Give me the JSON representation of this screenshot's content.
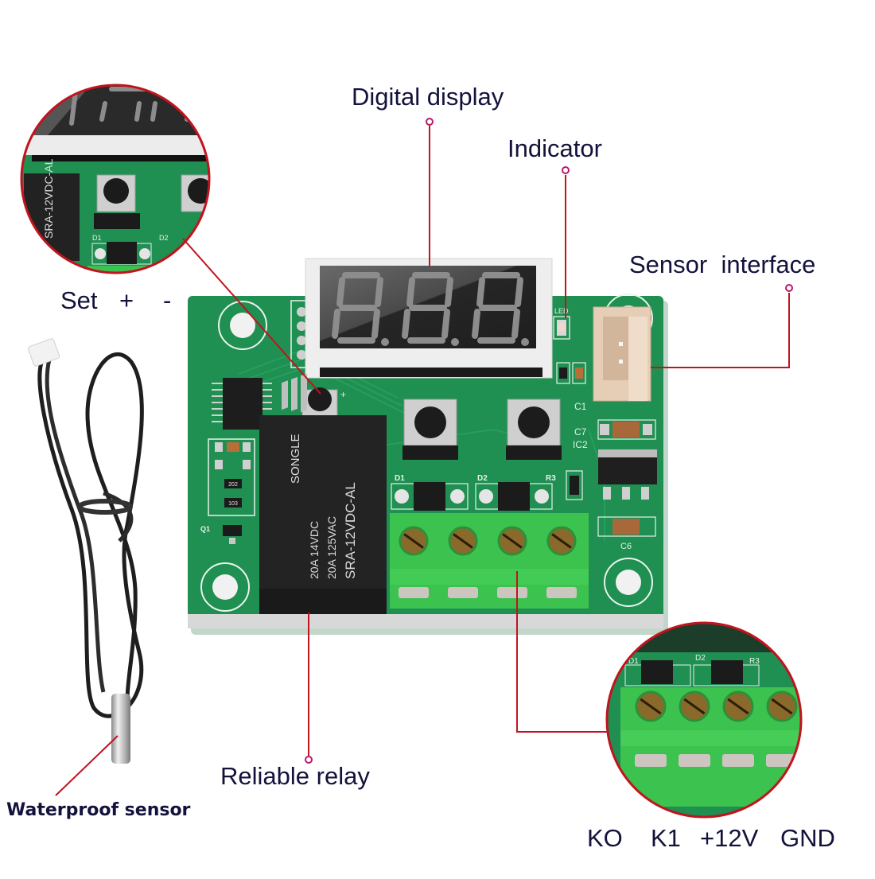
{
  "colors": {
    "leader_line": "#c0141e",
    "leader_dot": "#b8196a",
    "pcb_green": "#1f8f52",
    "pcb_green_dark": "#17733f",
    "terminal_green": "#3cc24e",
    "relay_black": "#232323",
    "display_face": "#2b2b2b",
    "segment": "#8c8c8c",
    "connector_beige": "#e6cdb6",
    "label_text": "#12123c"
  },
  "callouts": {
    "digital_display": "Digital display",
    "indicator": "Indicator",
    "sensor_interface": "Sensor  interface",
    "reliable_relay": "Reliable relay",
    "waterproof_sensor": "Waterproof sensor",
    "buttons": {
      "set": "Set",
      "plus": "+",
      "minus": "-"
    },
    "pins": [
      "KO",
      "K1",
      "+12V",
      "GND"
    ]
  },
  "board": {
    "display_digits": "8.8.8.",
    "led_label": "LED",
    "relay_markings": {
      "brand": "SONGLE",
      "line1": "20A  14VDC",
      "line2": "20A  125VAC",
      "model": "SRA-12VDC-AL"
    },
    "silkscreen": {
      "d1": "D1",
      "d2": "D2",
      "r3": "R3",
      "c1": "C1",
      "c6": "C6",
      "c7": "C7",
      "ic2": "IC2",
      "q1": "Q1",
      "res_202": "202",
      "res_103": "103",
      "plus_mark": "+"
    },
    "terminal_count": 4
  }
}
